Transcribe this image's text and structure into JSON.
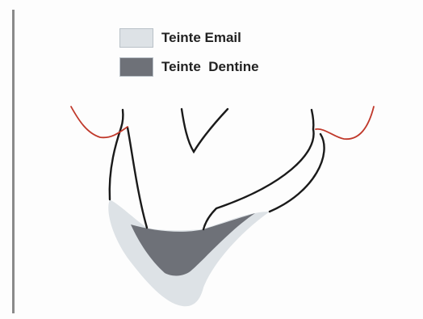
{
  "legend": {
    "items": [
      {
        "label": "Teinte Email",
        "color": "#dde2e6",
        "name": "enamel"
      },
      {
        "label": "Teinte  Dentine",
        "color": "#6e7178",
        "name": "dentin"
      }
    ]
  },
  "colors": {
    "outline": "#1a1a1a",
    "gingiva": "#c0392b",
    "rule": "#8a8a8a"
  }
}
